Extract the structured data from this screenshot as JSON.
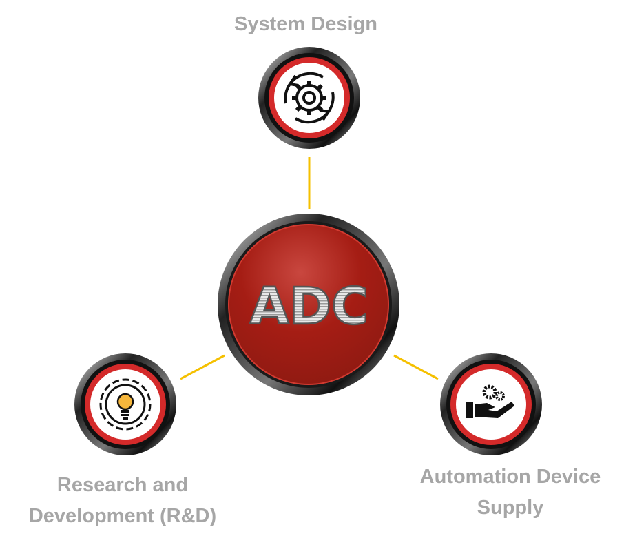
{
  "center": {
    "label": "ADC"
  },
  "nodes": [
    {
      "label": "System Design",
      "icon": "gear-cycle-icon"
    },
    {
      "label_line1": "Research and",
      "label_line2": "Development (R&D)",
      "icon": "lightbulb-gear-icon"
    },
    {
      "label_line1": "Automation Device",
      "label_line2": "Supply",
      "icon": "hand-gears-icon"
    }
  ],
  "colors": {
    "connector": "#f5c000",
    "label": "#a6a6a6",
    "red": "#b3201a",
    "ring": "#d42a2a",
    "bulb": "#f6b73c"
  }
}
